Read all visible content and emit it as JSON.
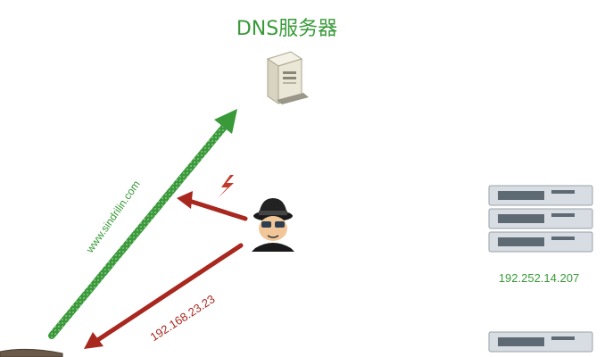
{
  "dns_server": {
    "title": "DNS服务器"
  },
  "arrows": {
    "domain_request_label": "www.sindrilin.com",
    "spoofed_reply_label": "192.168.23.23"
  },
  "server_rack": {
    "ip": "192.252.14.207"
  },
  "colors": {
    "green": "#3a9a3a",
    "red": "#a8271f",
    "lightning": "#c0392b"
  }
}
